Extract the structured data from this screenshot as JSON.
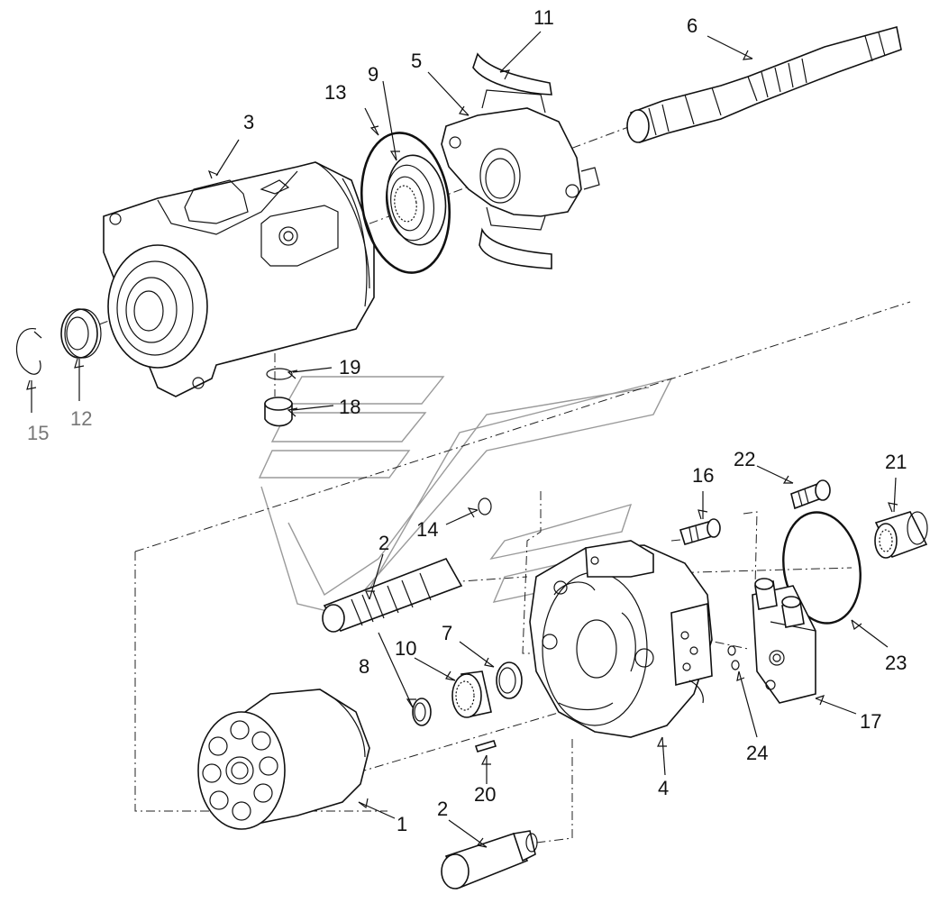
{
  "labels": {
    "p1": "1",
    "p2a": "2",
    "p2b": "2",
    "p3": "3",
    "p4": "4",
    "p5": "5",
    "p6": "6",
    "p7": "7",
    "p8": "8",
    "p9": "9",
    "p10": "10",
    "p11": "11",
    "p12": "12",
    "p13": "13",
    "p14": "14",
    "p15": "15",
    "p16": "16",
    "p17": "17",
    "p18": "18",
    "p19": "19",
    "p20": "20",
    "p21": "21",
    "p22": "22",
    "p23": "23",
    "p24": "24"
  }
}
